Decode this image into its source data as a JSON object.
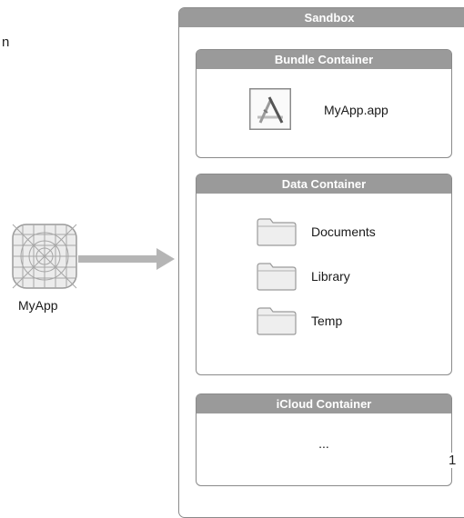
{
  "edge_text": {
    "left_letter": "n",
    "right_digit": "1"
  },
  "app": {
    "name": "MyApp"
  },
  "sandbox": {
    "title": "Sandbox"
  },
  "bundle": {
    "title": "Bundle Container",
    "app_file": "MyApp.app",
    "icon": "app-store-icon"
  },
  "data": {
    "title": "Data Container",
    "folders": [
      {
        "label": "Documents"
      },
      {
        "label": "Library"
      },
      {
        "label": "Temp"
      }
    ]
  },
  "icloud": {
    "title": "iCloud Container",
    "placeholder": "..."
  },
  "colors": {
    "header_fill": "#9a9a9a",
    "border": "#8a8a8a",
    "arrow": "#b5b5b5"
  }
}
